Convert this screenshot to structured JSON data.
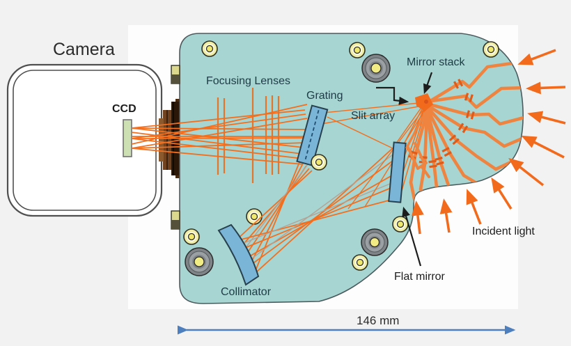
{
  "diagram": {
    "labels": {
      "camera": "Camera",
      "ccd": "CCD",
      "focusing_lenses": "Focusing Lenses",
      "grating": "Grating",
      "slit_array": "Slit array",
      "mirror_stack": "Mirror stack",
      "flat_mirror": "Flat mirror",
      "collimator": "Collimator",
      "incident_light": "Incident light",
      "dimension": "146 mm"
    },
    "colors": {
      "body_teal": "#a7d5d1",
      "optic_blue": "#7ab5d8",
      "ray_orange": "#f26f1f",
      "fiber_orange": "#ef8440",
      "incident_arrow_orange": "#f26b1d",
      "dimension_blue": "#4d7fbe",
      "screw_yellow": "#f0eda6",
      "mount_brown": "#70421f",
      "ccd_green": "#cde0b4"
    }
  }
}
